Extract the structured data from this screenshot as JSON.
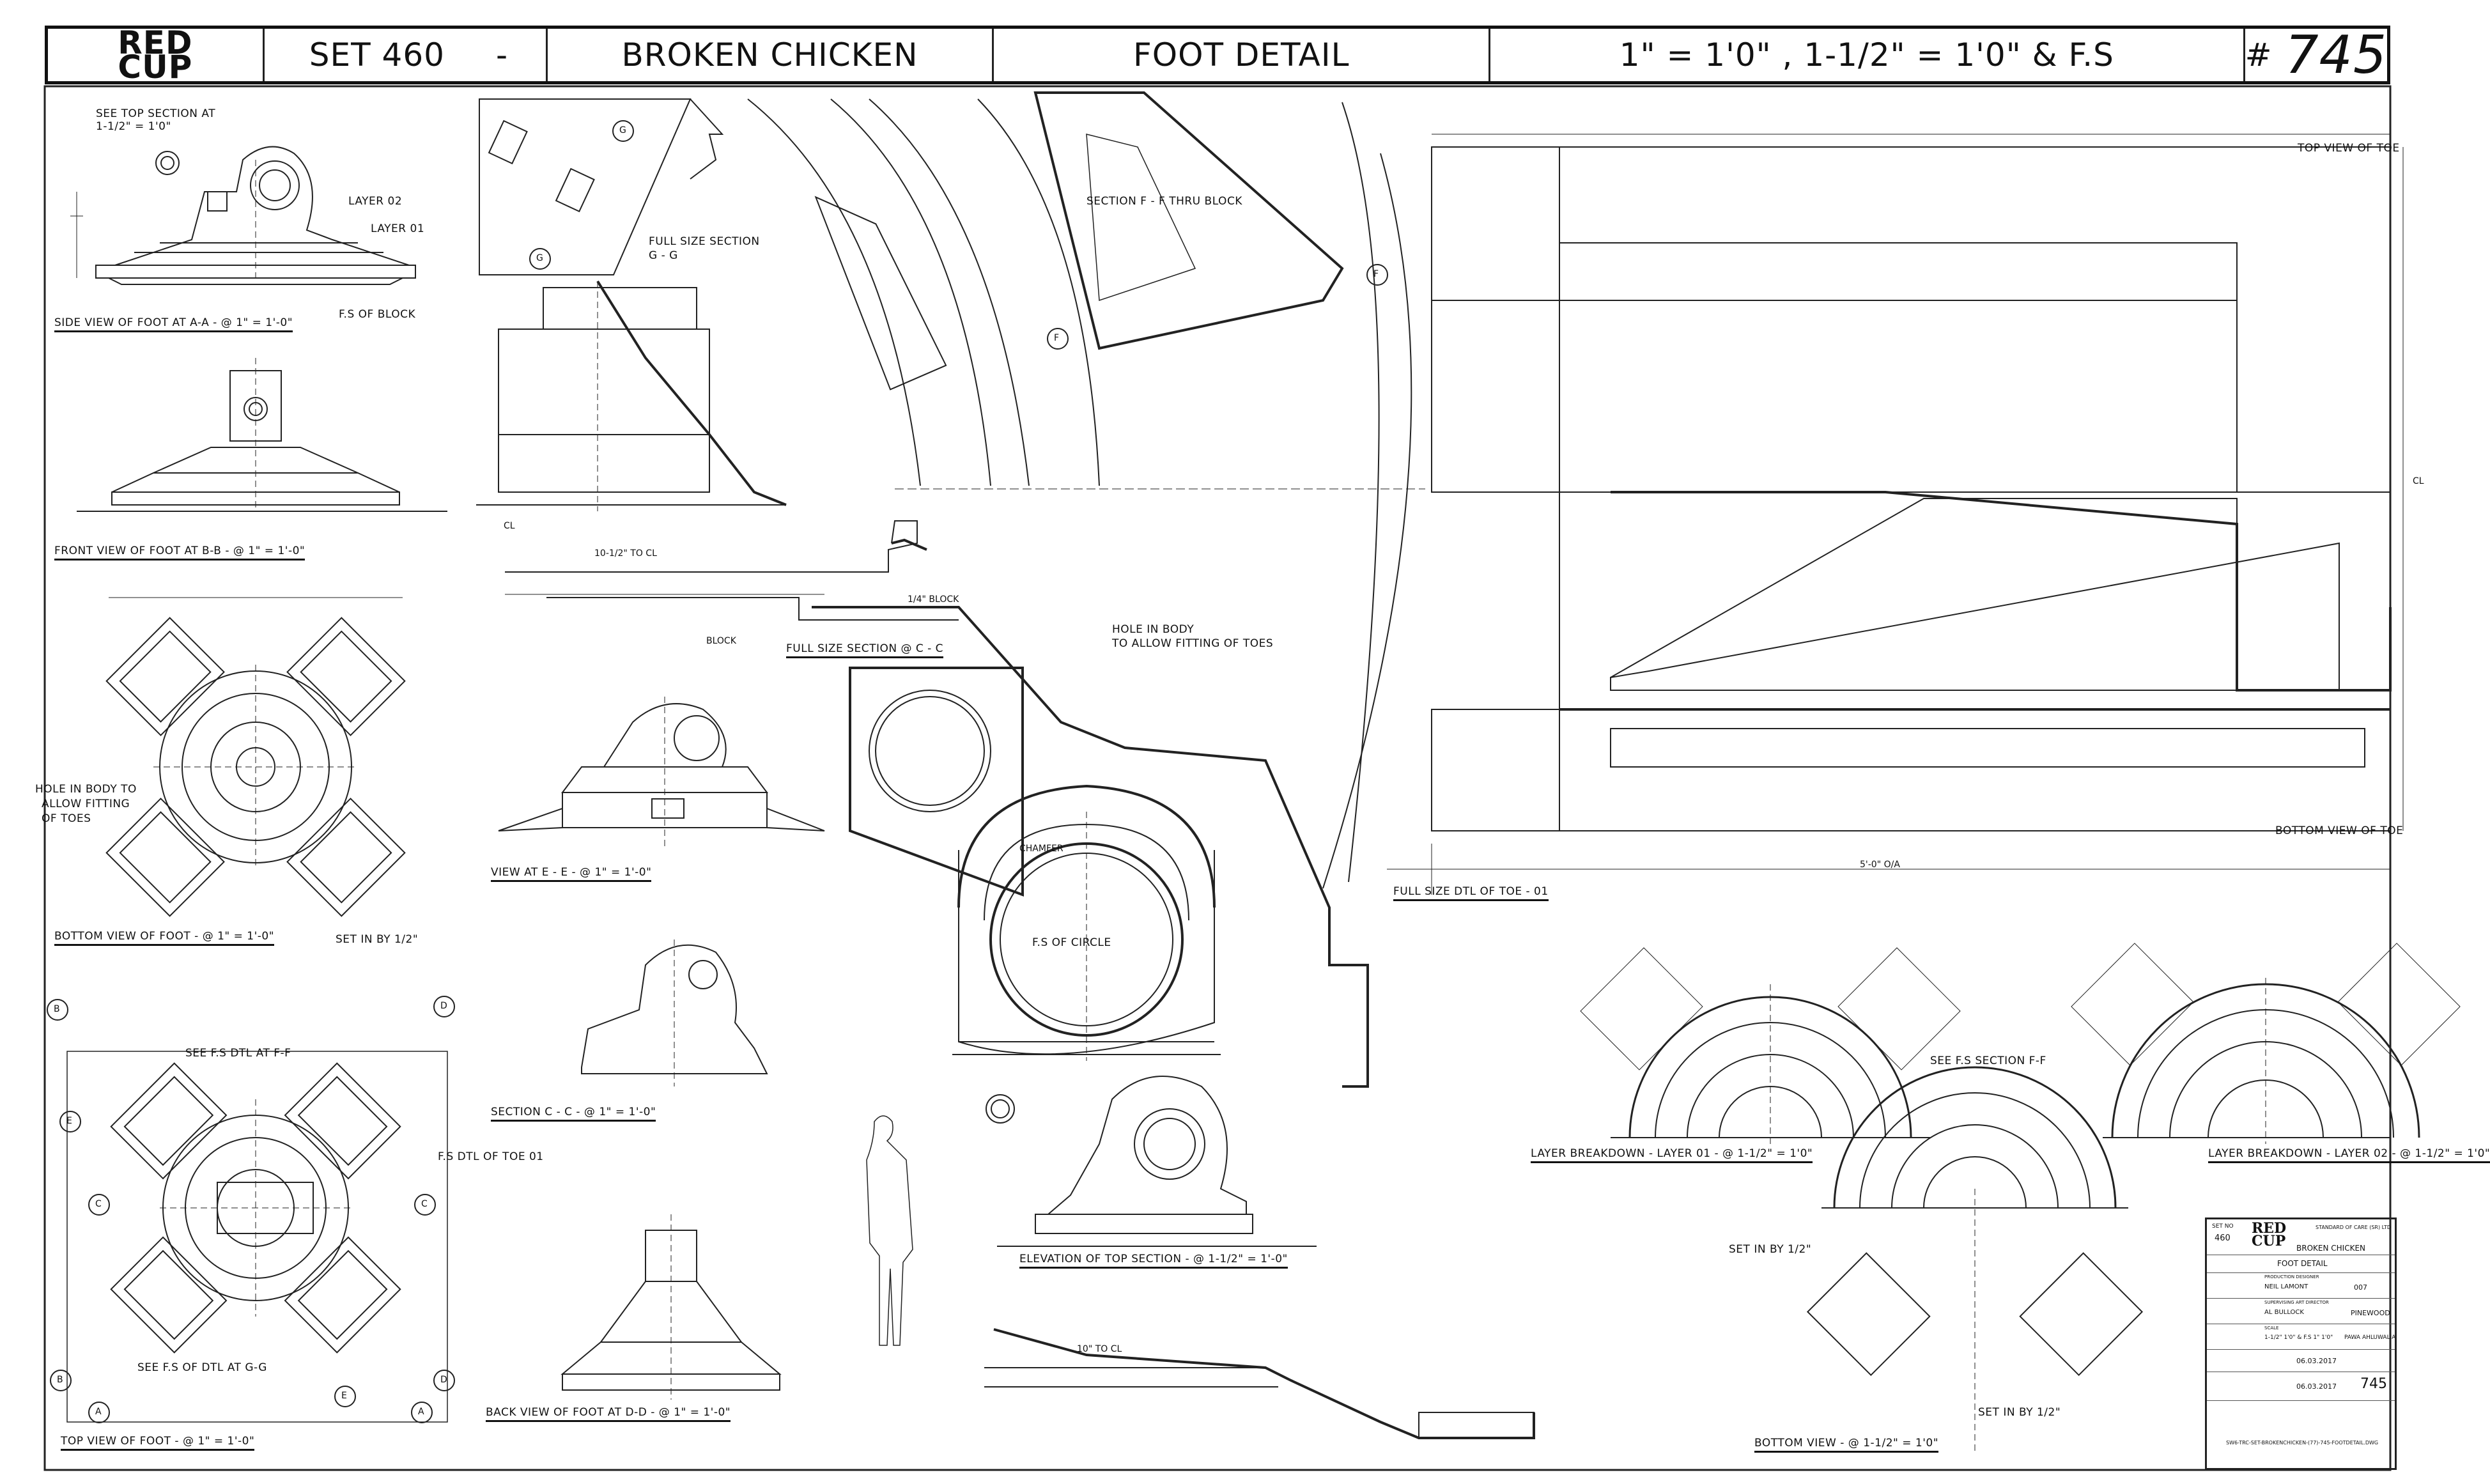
{
  "header": {
    "logo_top": "RED",
    "logo_bottom": "CUP",
    "set_label": "SET 460",
    "dash": "-",
    "set_name": "BROKEN CHICKEN",
    "sheet_title": "FOOT DETAIL",
    "scales": "1\" = 1'0\"  ,  1-1/2\" = 1'0\"  &  F.S",
    "hash": "#",
    "sheet_number": "745"
  },
  "views": {
    "side_view": "SIDE VIEW OF FOOT AT  A-A   -  @ 1\" = 1'-0\"",
    "front_view": "FRONT VIEW OF FOOT AT  B-B  -  @ 1\" = 1'-0\"",
    "bottom_view": "BOTTOM VIEW  OF FOOT  -   @ 1\" = 1'-0\"",
    "top_view": "TOP VIEW OF FOOT  -   @ 1\" = 1'-0\"",
    "view_ee": "VIEW AT  E - E        -   @ 1\" = 1'-0\"",
    "section_cc": "SECTION  C - C      -   @ 1\" = 1'-0\"",
    "back_view": "BACK VIEW OF FOOT AT  D-D  -  @ 1\" = 1'-0\"",
    "full_section_cc": "FULL SIZE SECTION  @  C - C",
    "elevation_top": "ELEVATION OF TOP SECTION  -  @ 1-1/2\" = 1'-0\"",
    "full_size_toe": "FULL SIZE DTL OF TOE  -  01",
    "layer_01": "LAYER BREAKDOWN - LAYER 01  -  @ 1-1/2\" = 1'0\"",
    "layer_02": "LAYER BREAKDOWN - LAYER 02  -  @ 1-1/2\" = 1'0\"",
    "bottom_view_right": "BOTTOM VIEW     -    @ 1-1/2\" = 1'0\""
  },
  "notes": {
    "see_top_section": "SEE TOP SECTION AT",
    "see_top_scale": "1-1/2\" = 1'0\"",
    "layer02": "LAYER 02",
    "layer01": "LAYER 01",
    "fs_block": "F.S OF BLOCK",
    "full_size_section": "FULL SIZE SECTION",
    "section_gg": "G - G",
    "section_ff": "SECTION  F - F  THRU BLOCK",
    "hole_body_left_1": "HOLE IN BODY TO",
    "hole_body_left_2": "ALLOW FITTING",
    "hole_body_left_3": "OF TOES",
    "hole_body_mid_1": "HOLE IN BODY",
    "hole_body_mid_2": "TO ALLOW FITTING OF TOES",
    "set_in_by": "SET IN BY 1/2\"",
    "see_fs_ff": "SEE F.S DTL AT F-F",
    "see_fs_gg": "SEE F.S OF DTL AT G-G",
    "fs_dtl_toe": "F.S DTL OF TOE 01",
    "see_fs_section_ff": "SEE F.S SECTION F-F",
    "fs_of_circle": "F.S OF CIRCLE",
    "chamfer": "CHAMFER",
    "top_view_toe": "TOP VIEW OF TOE",
    "bottom_view_toe": "BOTTOM VIEW OF TOE",
    "to_cl_1": "10-1/2\" TO CL",
    "to_cl_2": "10\" TO CL",
    "block": "BLOCK",
    "block_quarter": "1/4\" BLOCK",
    "overall_width": "5'-0\" O/A",
    "cl": "CL"
  },
  "callouts": [
    "A",
    "B",
    "C",
    "D",
    "E",
    "F",
    "G"
  ],
  "info_block": {
    "set_no_label": "SET NO",
    "set_no": "460",
    "company": "STANDARD OF CARE (SR) LTD",
    "set_name": "BROKEN CHICKEN",
    "detail": "FOOT DETAIL",
    "designer_label": "PRODUCTION DESIGNER",
    "designer": "NEIL LAMONT",
    "art_dir_label": "SUPERVISING ART DIRECTOR",
    "art_dir": "AL BULLOCK",
    "stage": "007",
    "location": "PINEWOOD",
    "scale_label": "SCALE",
    "scale": "1-1/2\" 1'0\" & F.S  1\" 1'0\"",
    "drawn_by": "PAWA AHLUWALIA",
    "date_1": "06.03.2017",
    "date_2": "06.03.2017",
    "sheet_no": "745",
    "file": "SW6-TRC-SET-BROKENCHICKEN-(77)-745-FOOTDETAIL.DWG"
  }
}
